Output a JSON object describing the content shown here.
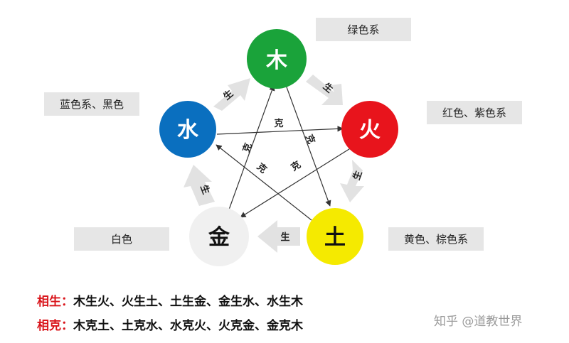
{
  "elements": {
    "wood": {
      "char": "木",
      "color": "#1aa33a",
      "text_color": "#ffffff",
      "color_label": "绿色系"
    },
    "fire": {
      "char": "火",
      "color": "#e8141c",
      "text_color": "#ffffff",
      "color_label": "红色、紫色系"
    },
    "earth": {
      "char": "土",
      "color": "#f5ea00",
      "text_color": "#111111",
      "color_label": "黄色、棕色系"
    },
    "metal": {
      "char": "金",
      "color": "#f0f0f0",
      "text_color": "#111111",
      "color_label": "白色"
    },
    "water": {
      "char": "水",
      "color": "#0a6fbf",
      "text_color": "#ffffff",
      "color_label": "蓝色系、黑色"
    }
  },
  "cycle_labels": {
    "generate": "生",
    "overcome": "克"
  },
  "legend": {
    "generate_key": "相生：",
    "generate_text": "木生火、火生土、土生金、金生水、水生木",
    "overcome_key": "相克：",
    "overcome_text": "木克土、土克水、水克火、火克金、金克木"
  },
  "watermark": "知乎 @道教世界"
}
